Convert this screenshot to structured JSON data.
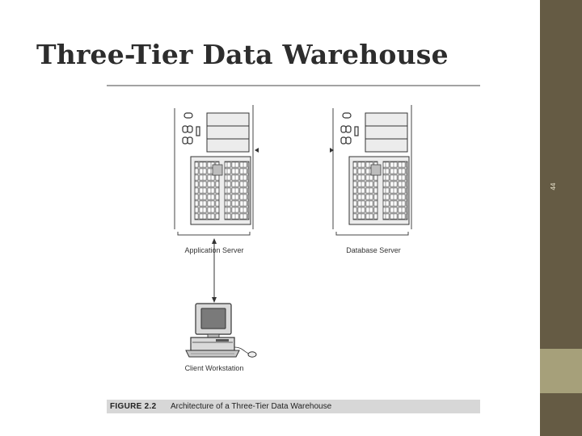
{
  "slide": {
    "title": "Three-Tier Data Warehouse",
    "page_number": "44"
  },
  "figure": {
    "servers": [
      {
        "label": "Application Server",
        "icon": "application-server-icon"
      },
      {
        "label": "Database Server",
        "icon": "database-server-icon"
      }
    ],
    "client": {
      "label": "Client Workstation",
      "icon": "client-workstation-icon"
    },
    "caption": {
      "label": "FIGURE 2.2",
      "text": "Architecture of a Three-Tier Data Warehouse"
    }
  },
  "colors": {
    "sidebar": "#655b44",
    "sidebar_accent": "#a6a07a",
    "caption_background": "#d7d7d7"
  }
}
